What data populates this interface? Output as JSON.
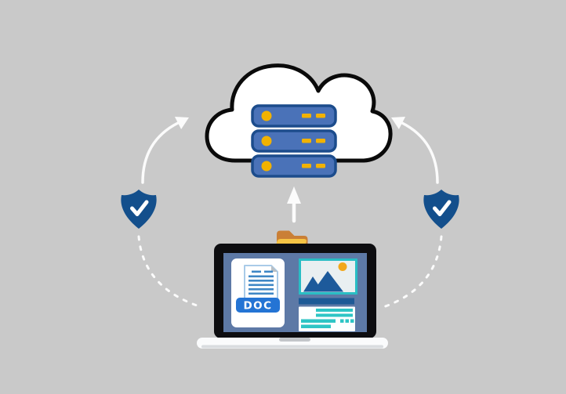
{
  "labels": {
    "doc_badge": "DOC"
  },
  "colors": {
    "bg": "#c9c9c9",
    "cloud_fill": "#ffffff",
    "cloud_stroke": "#0a0a0a",
    "server_fill": "#4a72b8",
    "server_stroke": "#1c4c8c",
    "accent_yellow": "#f2b200",
    "arrow_white": "#fbfbfb",
    "shield_fill": "#134f8c",
    "bezel": "#0d0d10",
    "screen_fill": "#5d79a6",
    "card_white": "#ffffff",
    "page_stroke": "#a9cbe8",
    "doc_line": "#3f87c5",
    "doc_badge": "#2474d4",
    "doc_text": "#ffffff",
    "fold_gray": "#b9bfc4",
    "thumb_bg": "#e9eff1",
    "thumb_border": "#29bdc4",
    "mountain_blue": "#1d5a9b",
    "sun_yellow": "#f2a71b",
    "panel_bar": "#1d5a96",
    "panel_bg": "#fdffff",
    "teal_line": "#2ec5c5",
    "base_white": "#fafbfc",
    "base_shadow": "#d9dcdf",
    "notch_gray": "#c3c6ca",
    "folder_back": "#ca7f36",
    "folder_front": "#f6c445"
  },
  "diagram": {
    "type": "illustration",
    "concept": "cloud-backup",
    "nodes": [
      {
        "id": "cloud-server",
        "label": "Cloud with server storage (3 racks)"
      },
      {
        "id": "laptop",
        "label": "Laptop showing DOC file and photo/content files"
      },
      {
        "id": "folder",
        "label": "Open file folder above laptop"
      },
      {
        "id": "shield-left",
        "label": "Security shield with checkmark (left)"
      },
      {
        "id": "shield-right",
        "label": "Security shield with checkmark (right)"
      }
    ],
    "edges": [
      {
        "from": "laptop",
        "to": "cloud-server",
        "style": "solid-arrow-up",
        "meaning": "upload"
      },
      {
        "from": "shield-left",
        "to": "cloud-server",
        "style": "curved-solid-arrow"
      },
      {
        "from": "shield-right",
        "to": "cloud-server",
        "style": "curved-solid-arrow"
      },
      {
        "from": "laptop",
        "to": "shield-left",
        "style": "curved-dashed"
      },
      {
        "from": "laptop",
        "to": "shield-right",
        "style": "curved-dashed"
      }
    ]
  }
}
